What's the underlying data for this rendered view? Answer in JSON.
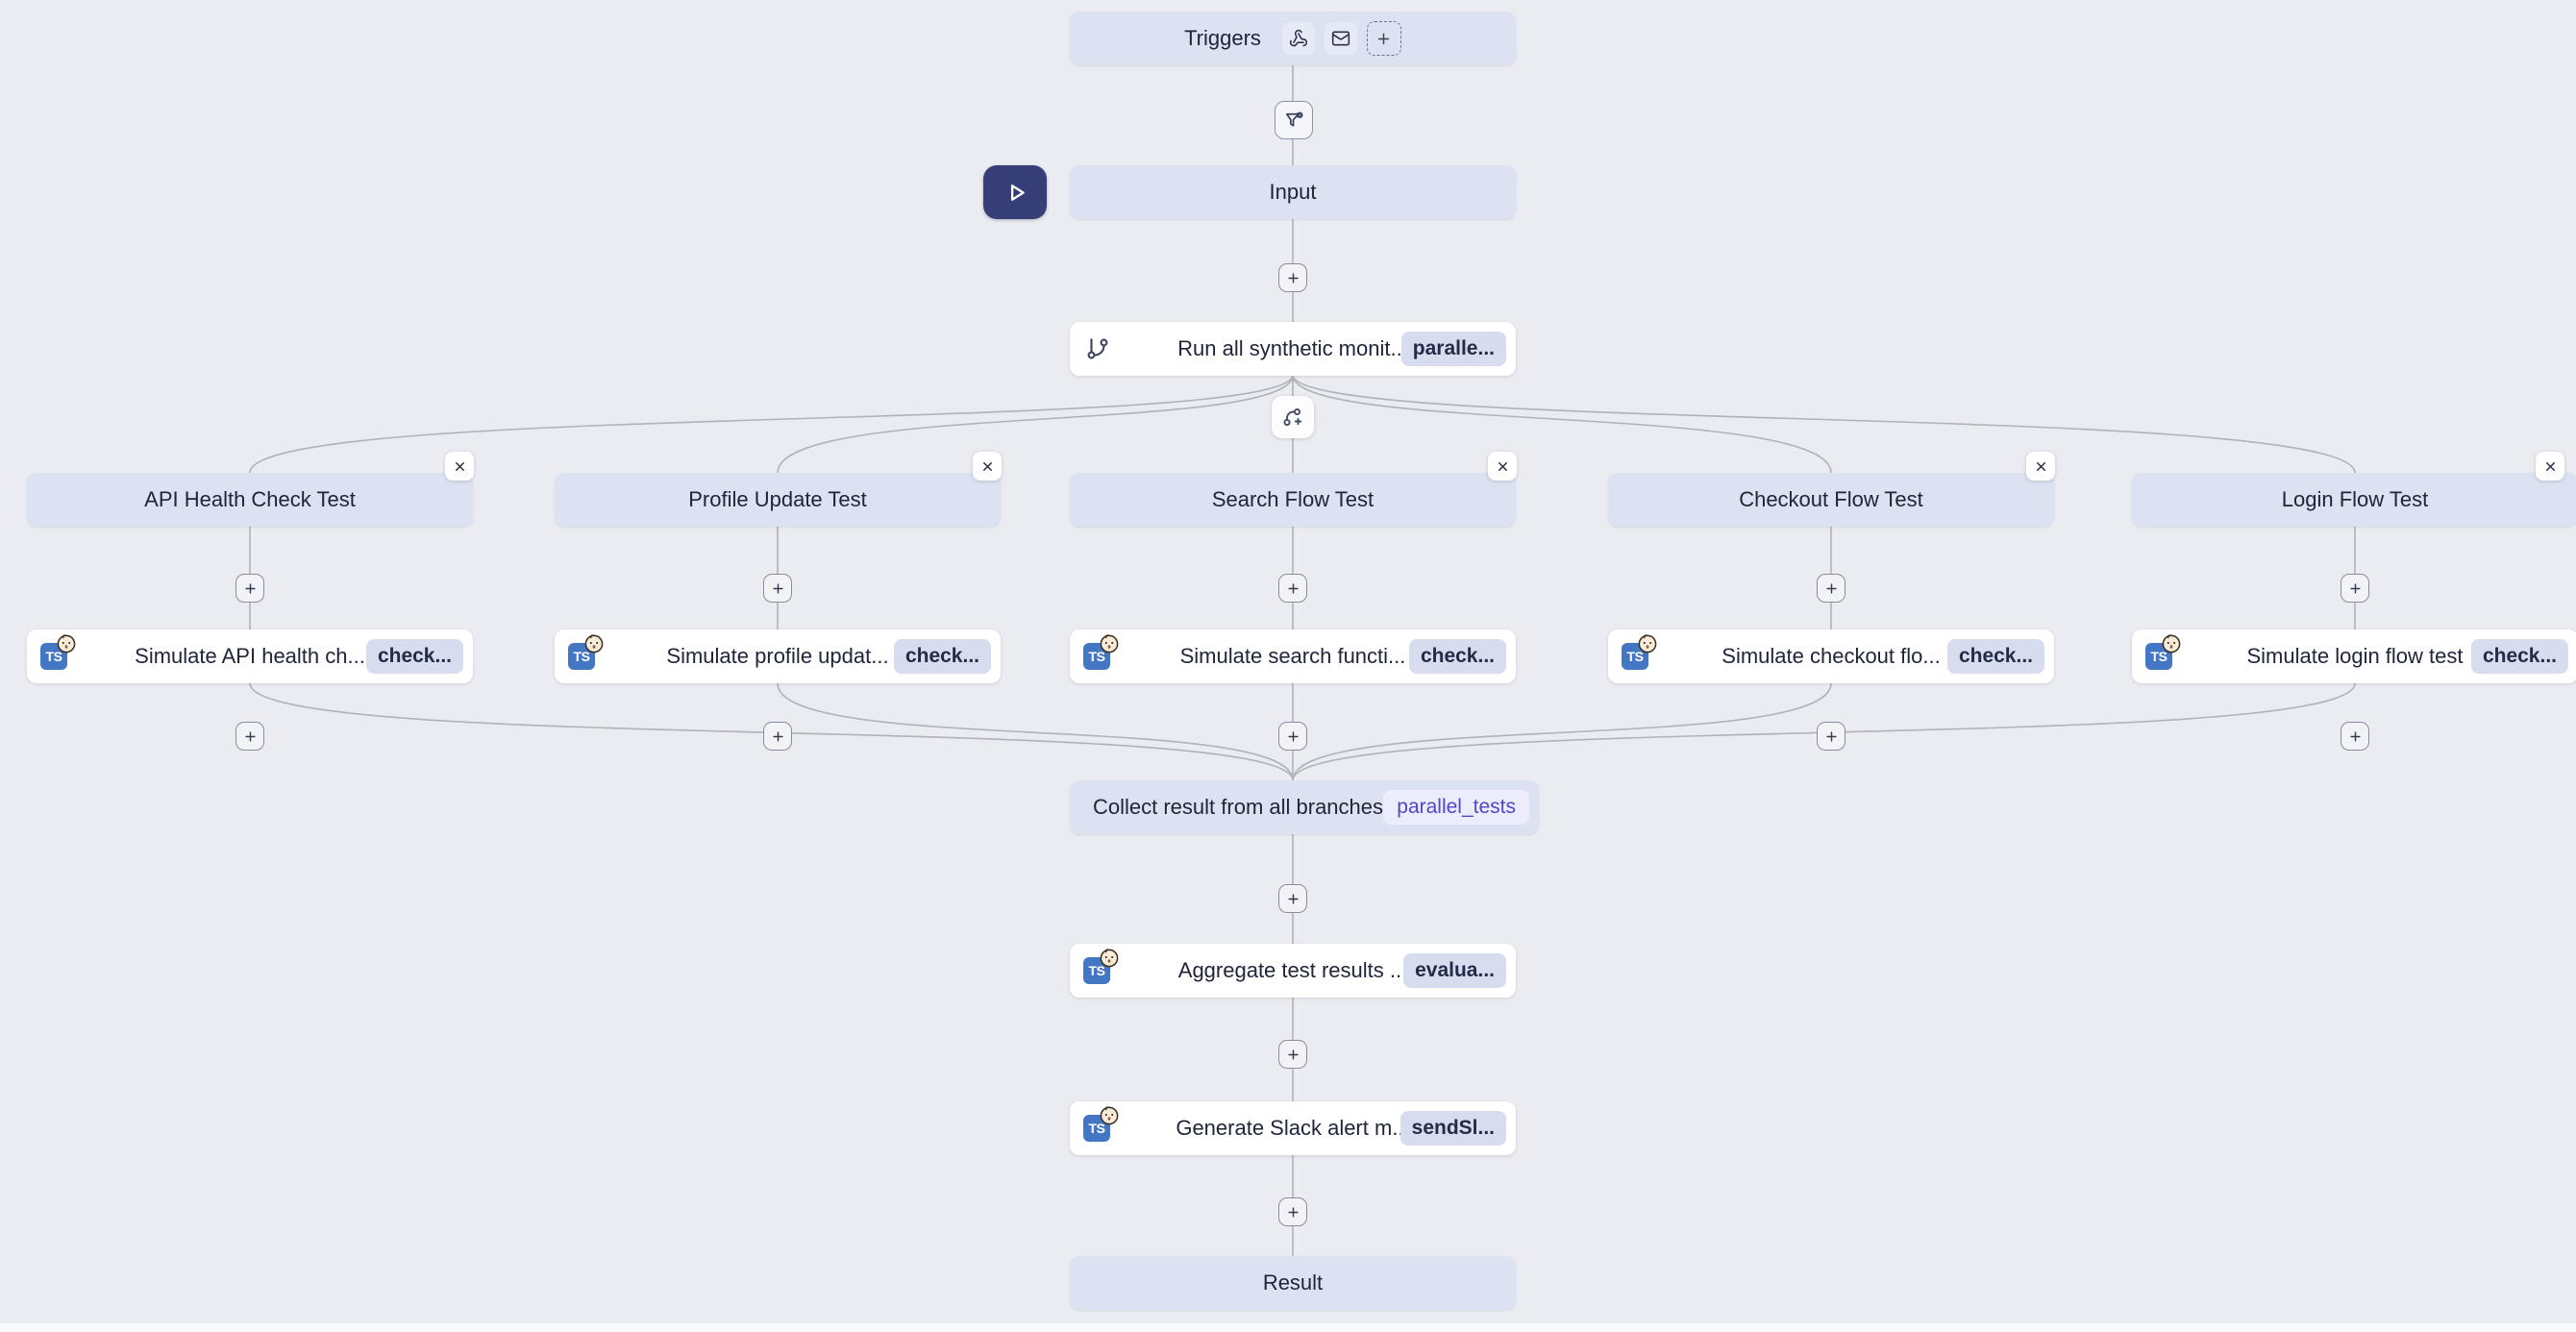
{
  "colors": {
    "canvas": "#ebecf1",
    "node_soft": "#dce2f1",
    "node_card": "#ffffff",
    "edge": "#b0b2bc",
    "play_button": "#363e78",
    "badge_grey_bg": "#d7dcef",
    "badge_indigo_bg": "#ecedfc",
    "badge_indigo_text": "#4f46cb",
    "ts_blue": "#4377c4"
  },
  "triggers": {
    "label": "Triggers",
    "icons": [
      "webhook-icon",
      "mail-icon",
      "add-trigger-icon"
    ]
  },
  "input": {
    "label": "Input"
  },
  "run_all_step": {
    "label": "Run all synthetic monit...",
    "badge": "paralle..."
  },
  "branches": [
    {
      "title": "API Health Check Test",
      "step": {
        "label": "Simulate API health ch...",
        "badge": "check..."
      }
    },
    {
      "title": "Profile Update Test",
      "step": {
        "label": "Simulate profile updat...",
        "badge": "check..."
      }
    },
    {
      "title": "Search Flow Test",
      "step": {
        "label": "Simulate search functi...",
        "badge": "check..."
      }
    },
    {
      "title": "Checkout Flow Test",
      "step": {
        "label": "Simulate checkout flo...",
        "badge": "check..."
      }
    },
    {
      "title": "Login Flow Test",
      "step": {
        "label": "Simulate login flow test",
        "badge": "check..."
      }
    }
  ],
  "collect_step": {
    "label": "Collect result from all branches",
    "badge": "parallel_tests"
  },
  "aggregate_step": {
    "label": "Aggregate test results ...",
    "badge": "evalua..."
  },
  "slack_step": {
    "label": "Generate Slack alert m...",
    "badge": "sendSl..."
  },
  "result": {
    "label": "Result"
  }
}
